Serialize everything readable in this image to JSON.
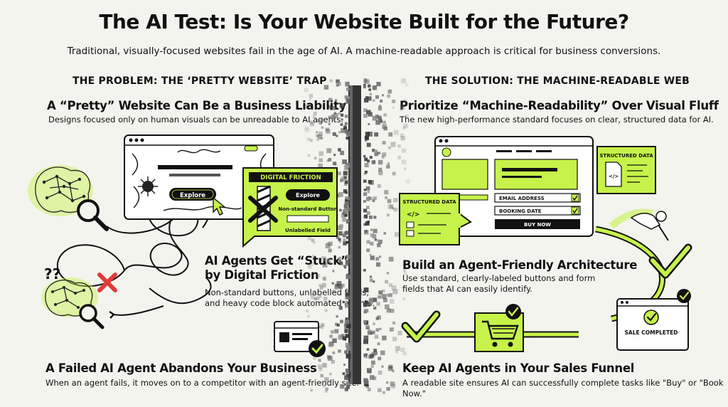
{
  "title": "The AI Test: Is Your Website Built for the Future?",
  "subtitle": "Traditional, visually-focused websites fail in the age of AI. A machine-readable approach is critical for business conversions.",
  "problem": {
    "heading": "THE PROBLEM: THE ‘PRETTY WEBSITE’ TRAP",
    "block1": {
      "title": "A “Pretty” Website Can Be a Business Liability",
      "text": "Designs focused only on human visuals can be unreadable to AI agents."
    },
    "mock": {
      "explore_label": "Explore",
      "friction_title": "DIGITAL FRICTION",
      "friction_button": "Explore",
      "nonstandard_label": "Non-standard Button",
      "unlabelled_label": "Unlabelled Field",
      "question_marks": "??"
    },
    "block2": {
      "title_line1": "AI Agents Get “Stuck”",
      "title_line2": "by Digital Friction",
      "text_line1": "Non-standard buttons, unlabelled fields,",
      "text_line2": "and heavy code block automated agents."
    },
    "block3": {
      "title": "A Failed AI Agent Abandons Your Business",
      "text": "When an agent fails, it moves on to a competitor with an agent-friendly site."
    }
  },
  "solution": {
    "heading": "THE SOLUTION: THE MACHINE-READABLE WEB",
    "block1": {
      "title": "Prioritize “Machine-Readability” Over Visual Fluff",
      "text": "The new high-performance standard focuses on clear, structured data for AI."
    },
    "mock": {
      "structured_data_a": "STRUCTURED DATA",
      "structured_data_b": "STRUCTURED DATA",
      "email_field": "EMAIL ADDRESS",
      "booking_field": "BOOKING DATE",
      "buy_button": "BUY NOW",
      "sale_completed": "SALE COMPLETED"
    },
    "block2": {
      "title": "Build an Agent-Friendly Architecture",
      "text_line1": "Use standard, clearly-labeled buttons and form",
      "text_line2": "fields that AI can easily identify."
    },
    "block3": {
      "title": "Keep AI Agents in Your Sales Funnel",
      "text": "A readable site ensures AI can successfully complete tasks like \"Buy\" or \"Book Now.\""
    }
  },
  "colors": {
    "accent": "#c6f24a",
    "ink": "#111111",
    "error": "#e03a3a",
    "background": "#f4f4ef"
  }
}
